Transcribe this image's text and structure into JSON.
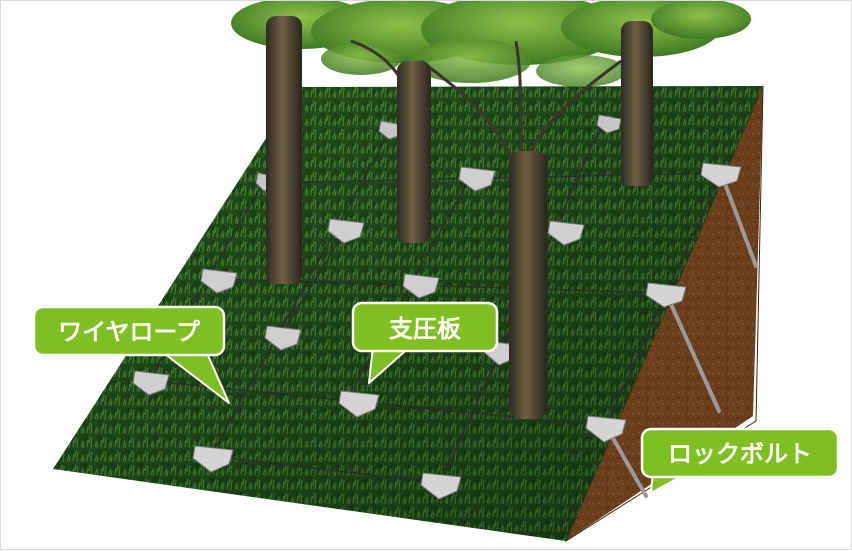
{
  "labels": {
    "wire_rope": "ワイヤロープ",
    "bearing_plate": "支圧板",
    "rock_bolt": "ロックボルト"
  },
  "colors": {
    "callout_fill": "#7fbf22",
    "callout_stroke": "#ffffff",
    "grass_dark": "#1f4a1a",
    "grass_light": "#3f7d2c",
    "soil": "#6b3f1e",
    "soil_dark": "#4a2a12",
    "trunk": "#4b4132",
    "foliage": "#4f8f2a",
    "plate": "#c9c9c9",
    "rope": "#2a2a2a"
  }
}
